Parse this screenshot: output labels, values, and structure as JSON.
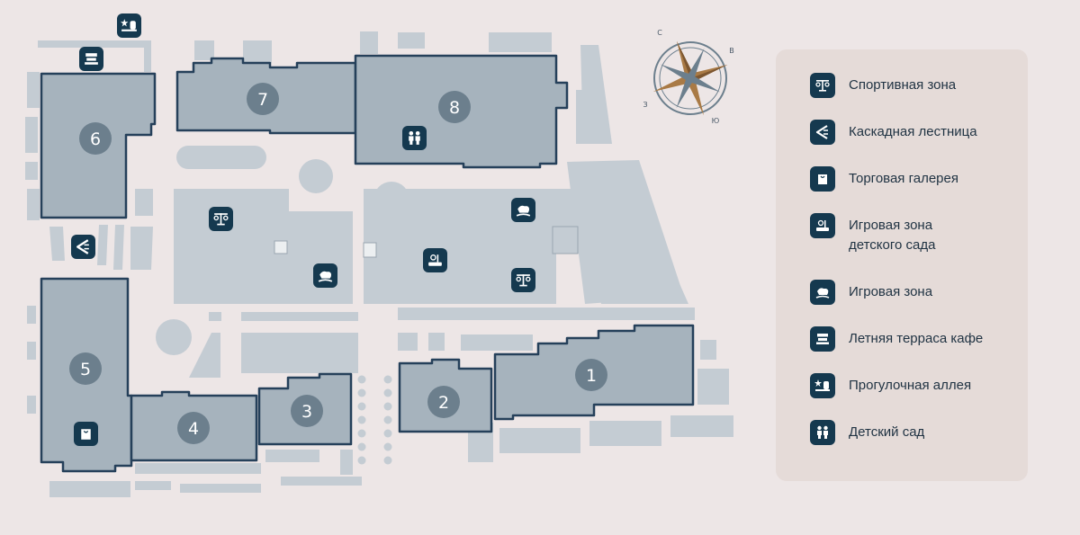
{
  "colors": {
    "background": "#ede6e6",
    "block_light": "#c4ccd3",
    "building_fill": "#a6b3bd",
    "building_outline": "#25405a",
    "marker": "#6c7f8d",
    "icon_bg": "#15394f",
    "compass_gold": "#a97a45",
    "legend_bg": "#e5dbd8"
  },
  "buildings": [
    "1",
    "2",
    "3",
    "4",
    "5",
    "6",
    "7",
    "8"
  ],
  "compass": {
    "n": "С",
    "e": "В",
    "s": "Ю",
    "w": "З"
  },
  "legend": {
    "items": [
      {
        "label": "Спортивная зона",
        "icon": "sports-zone-icon"
      },
      {
        "label": "Каскадная лестница",
        "icon": "cascade-stairs-icon"
      },
      {
        "label": "Торговая галерея",
        "icon": "shopping-gallery-icon"
      },
      {
        "label": "Игровая зона\nдетского сада",
        "icon": "kindergarten-playground-icon"
      },
      {
        "label": "Игровая зона",
        "icon": "play-zone-icon"
      },
      {
        "label": "Летняя терраса кафе",
        "icon": "cafe-terrace-icon"
      },
      {
        "label": "Прогулочная аллея",
        "icon": "walking-alley-icon"
      },
      {
        "label": "Детский сад",
        "icon": "kindergarten-icon"
      }
    ]
  }
}
